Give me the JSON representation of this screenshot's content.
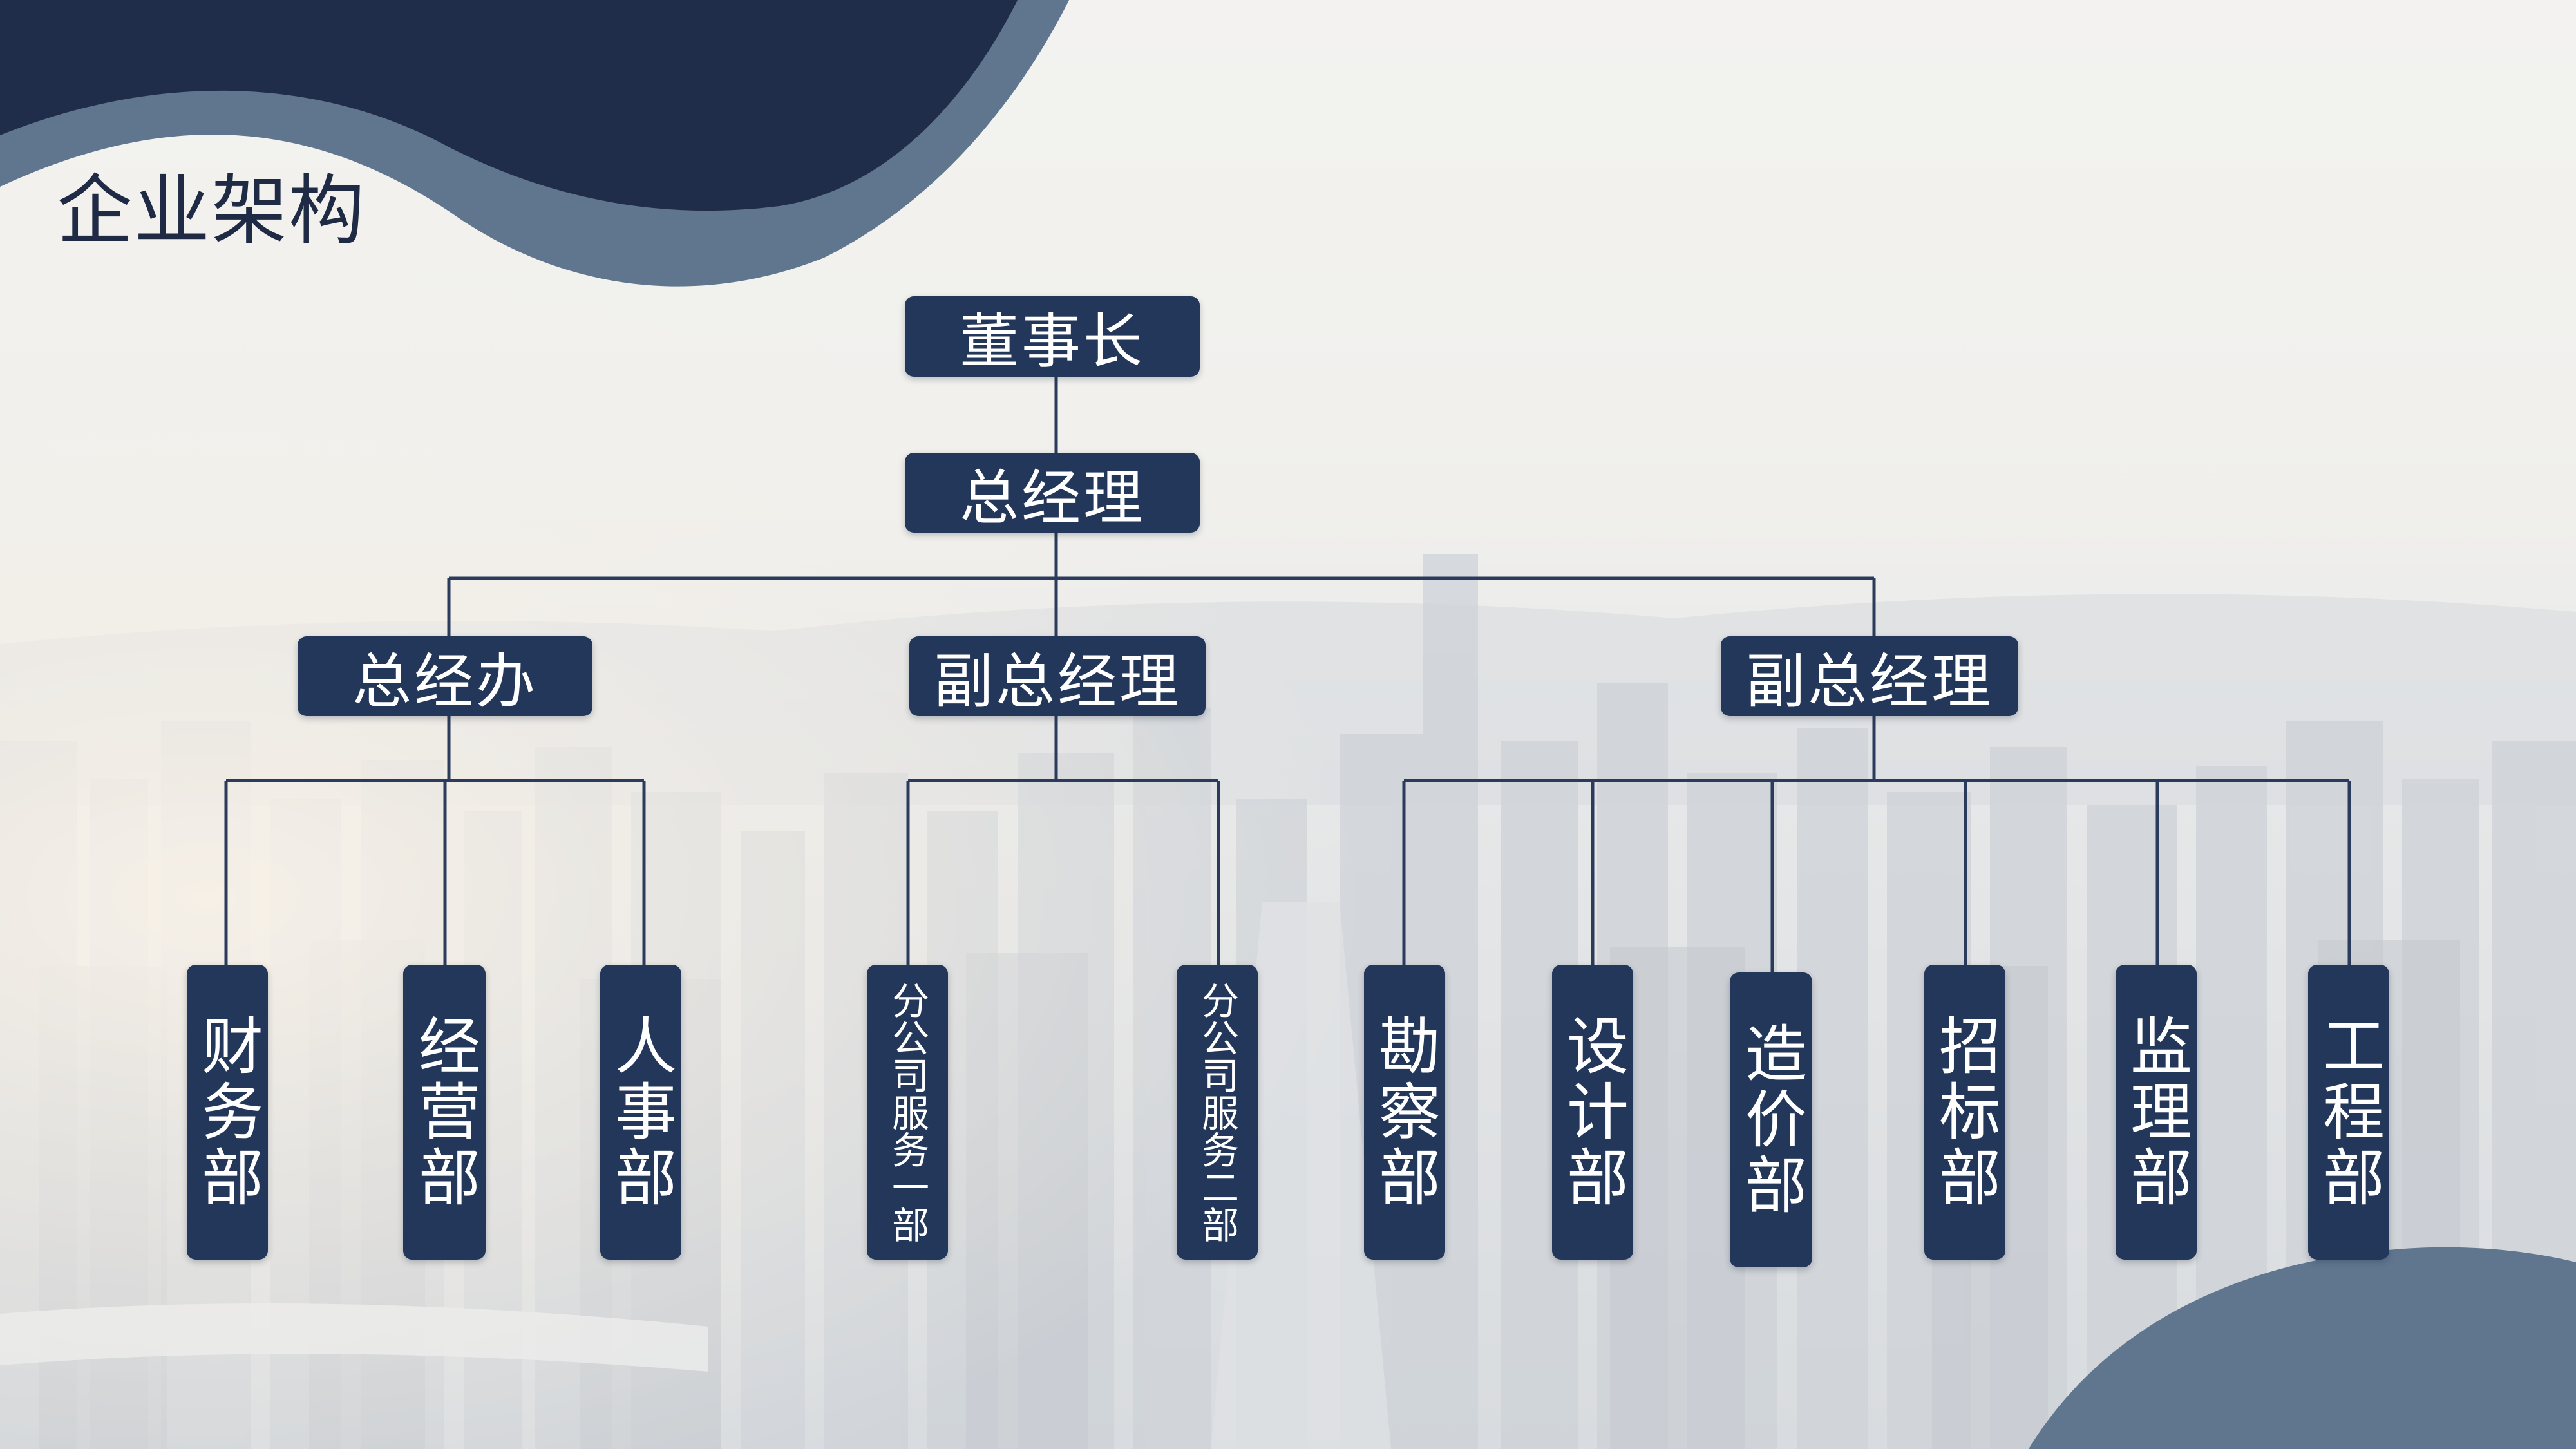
{
  "title": "企业架构",
  "colors": {
    "node": "#23375a",
    "line": "#2a3b5c",
    "wave_dark": "#1f2d4a",
    "wave_light": "#5f7592",
    "text": "#ffffff"
  },
  "org": {
    "chairman": "董事长",
    "gm": "总经理",
    "gm_office": "总经办",
    "vp1": "副总经理",
    "vp2": "副总经理",
    "gm_office_depts": [
      "财务部",
      "经营部",
      "人事部"
    ],
    "vp1_depts": [
      "分公司服务一部",
      "分公司服务二部"
    ],
    "vp2_depts": [
      "勘察部",
      "设计部",
      "造价部",
      "招标部",
      "监理部",
      "工程部"
    ]
  }
}
